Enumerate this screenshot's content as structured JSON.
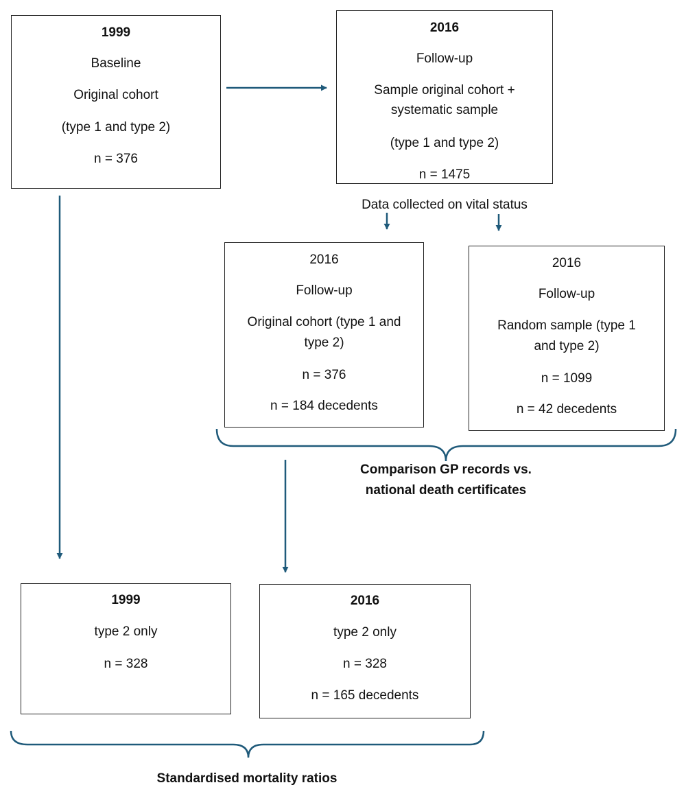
{
  "box_baseline": {
    "year": "1999",
    "line1": "Baseline",
    "line2": "Original cohort",
    "line3": "(type 1 and type 2)",
    "line4": "n = 376"
  },
  "box_followup": {
    "year": "2016",
    "line1": "Follow-up",
    "line2": "Sample original cohort +",
    "line3": "systematic sample",
    "line4": "(type 1 and type 2)",
    "line5": "n = 1475"
  },
  "vital_status_label": "Data collected on vital status",
  "box_original_cohort": {
    "year": "2016",
    "line1": "Follow-up",
    "line2": "Original cohort (type 1 and",
    "line3": "type 2)",
    "line4": "n = 376",
    "line5": "n = 184 decedents"
  },
  "box_random_sample": {
    "year": "2016",
    "line1": "Follow-up",
    "line2": "Random sample (type 1",
    "line3": "and type 2)",
    "line4": "n = 1099",
    "line5": "n = 42 decedents"
  },
  "comparison_label": {
    "line1": "Comparison GP records vs.",
    "line2": "national death certificates"
  },
  "box_1999_type2": {
    "year": "1999",
    "line1": "type 2 only",
    "line2": "n = 328"
  },
  "box_2016_type2": {
    "year": "2016",
    "line1": "type 2 only",
    "line2": "n = 328",
    "line3": "n = 165 decedents"
  },
  "smr_label": "Standardised mortality ratios",
  "colors": {
    "arrow": "#1f5a7a",
    "border": "#222222"
  }
}
